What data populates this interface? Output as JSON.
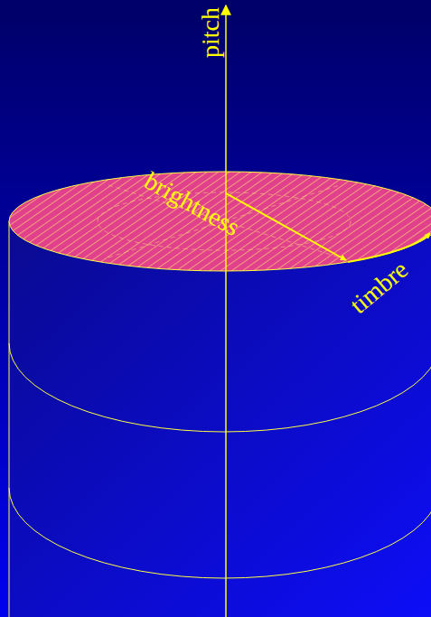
{
  "diagram": {
    "labels": [
      "pitch",
      "brightness",
      "timbre"
    ]
  }
}
